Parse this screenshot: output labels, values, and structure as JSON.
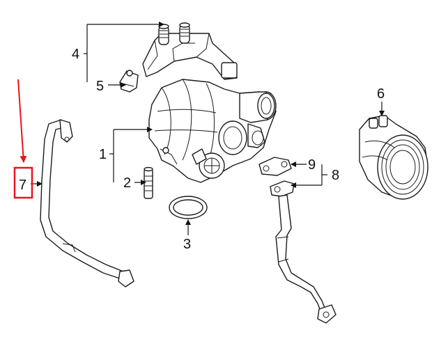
{
  "diagram": {
    "callouts": [
      {
        "id": "c1",
        "text": "1"
      },
      {
        "id": "c2",
        "text": "2"
      },
      {
        "id": "c3",
        "text": "3"
      },
      {
        "id": "c4",
        "text": "4"
      },
      {
        "id": "c5",
        "text": "5"
      },
      {
        "id": "c6",
        "text": "6"
      },
      {
        "id": "c7",
        "text": "7"
      },
      {
        "id": "c8",
        "text": "8"
      },
      {
        "id": "c9",
        "text": "9"
      }
    ],
    "highlight": {
      "target": "c7",
      "color": "#e8141c"
    },
    "colors": {
      "line": "#1a1a1a",
      "background": "#ffffff"
    }
  }
}
